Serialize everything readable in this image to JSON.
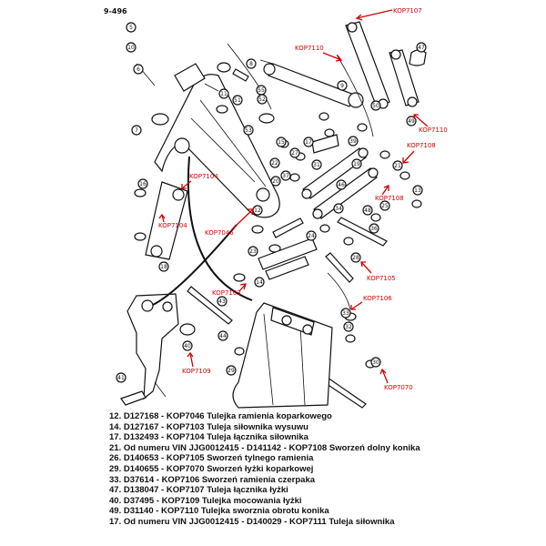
{
  "page_number": "9-496",
  "callouts": [
    {
      "n": "5"
    },
    {
      "n": "10"
    },
    {
      "n": "6"
    },
    {
      "n": "8"
    },
    {
      "n": "7"
    },
    {
      "n": "55"
    },
    {
      "n": "11"
    },
    {
      "n": "47"
    },
    {
      "n": "49"
    },
    {
      "n": "50"
    },
    {
      "n": "52"
    },
    {
      "n": "51"
    },
    {
      "n": "53"
    },
    {
      "n": "15"
    },
    {
      "n": "17"
    },
    {
      "n": "27"
    },
    {
      "n": "31"
    },
    {
      "n": "19"
    },
    {
      "n": "37"
    },
    {
      "n": "39"
    },
    {
      "n": "13"
    },
    {
      "n": "21"
    },
    {
      "n": "25"
    },
    {
      "n": "16"
    },
    {
      "n": "46"
    },
    {
      "n": "48"
    },
    {
      "n": "36"
    },
    {
      "n": "34"
    },
    {
      "n": "24"
    },
    {
      "n": "28"
    },
    {
      "n": "43"
    },
    {
      "n": "44"
    },
    {
      "n": "40"
    },
    {
      "n": "41"
    },
    {
      "n": "33"
    },
    {
      "n": "32"
    },
    {
      "n": "30"
    },
    {
      "n": "29"
    },
    {
      "n": "22"
    },
    {
      "n": "23"
    },
    {
      "n": "18"
    },
    {
      "n": "14"
    },
    {
      "n": "12"
    },
    {
      "n": "20"
    },
    {
      "n": "9"
    }
  ],
  "markers": [
    {
      "label": "KOP7107"
    },
    {
      "label": "KOP7110"
    },
    {
      "label": "KOP7110"
    },
    {
      "label": "KOP7108"
    },
    {
      "label": "KOP7104"
    },
    {
      "label": "KOP7108"
    },
    {
      "label": "KOP7104"
    },
    {
      "label": "KOP7046"
    },
    {
      "label": "KOP7105"
    },
    {
      "label": "KOP7103"
    },
    {
      "label": "KOP7106"
    },
    {
      "label": "KOP7109"
    },
    {
      "label": "KOP7070"
    }
  ],
  "legend": [
    "12. D127168 - KOP7046 Tulejka ramienia koparkowego",
    "14. D127167 - KOP7103 Tuleja siłownika wysuwu",
    "17. D132493 - KOP7104 Tuleja łącznika siłownika",
    "21. Od numeru VIN JJG0012415 - D141142 - KOP7108 Sworzeń dolny konika",
    "26. D140653 - KOP7105 Sworzeń tylnego ramienia",
    "29. D140655 - KOP7070 Sworzeń łyżki koparkowej",
    "33. D37614 - KOP7106 Sworzeń ramienia czerpaka",
    "47. D138047 - KOP7107 Tuleja łącznika łyżki",
    "40. D37495 - KOP7109 Tulejka mocowania łyżki",
    "49. D31140 - KOP7110 Tulejka sworznia obrotu konika",
    "17. Od numeru VIN JJG0012415 - D140029 - KOP7111 Tuleja siłownika"
  ]
}
